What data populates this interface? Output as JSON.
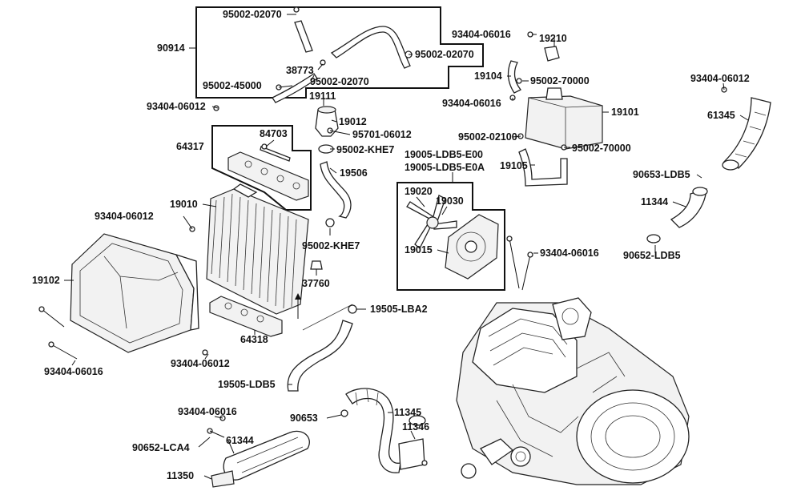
{
  "labels": {
    "p95002_02070_a": "95002-02070",
    "p90914": "90914",
    "p38773": "38773",
    "p95002_02070_b": "95002-02070",
    "p95002_45000": "95002-45000",
    "p95002_02070_c": "95002-02070",
    "p19111": "19111",
    "p93404_06012_a": "93404-06012",
    "p19012": "19012",
    "p95701_06012": "95701-06012",
    "p84703": "84703",
    "p64317": "64317",
    "p95002_KHE7_a": "95002-KHE7",
    "p19506": "19506",
    "p19010": "19010",
    "p93404_06012_b": "93404-06012",
    "p95002_KHE7_b": "95002-KHE7",
    "p37760": "37760",
    "p19102": "19102",
    "p19505_LBA2": "19505-LBA2",
    "p64318": "64318",
    "p93404_06016_a": "93404-06016",
    "p93404_06012_c": "93404-06012",
    "p19505_LDB5": "19505-LDB5",
    "p93404_06016_b": "93404-06016",
    "p19210": "19210",
    "p19104": "19104",
    "p95002_70000_a": "95002-70000",
    "p93404_06016_c": "93404-06016",
    "p19101": "19101",
    "p95002_02100": "95002-02100",
    "p95002_70000_b": "95002-70000",
    "p19105": "19105",
    "p19005_LDB5_E00": "19005-LDB5-E00",
    "p19005_LDB5_E0A": "19005-LDB5-E0A",
    "p19020": "19020",
    "p19030": "19030",
    "p19015": "19015",
    "p93404_06016_d": "93404-06016",
    "p93404_06012_d": "93404-06012",
    "p61345": "61345",
    "p90653_LDB5": "90653-LDB5",
    "p11344": "11344",
    "p90652_LDB5": "90652-LDB5",
    "p93404_06016_e": "93404-06016",
    "p90653": "90653",
    "p11345": "11345",
    "p11346": "11346",
    "p90652_LCA4": "90652-LCA4",
    "p61344": "61344",
    "p11350": "11350"
  }
}
